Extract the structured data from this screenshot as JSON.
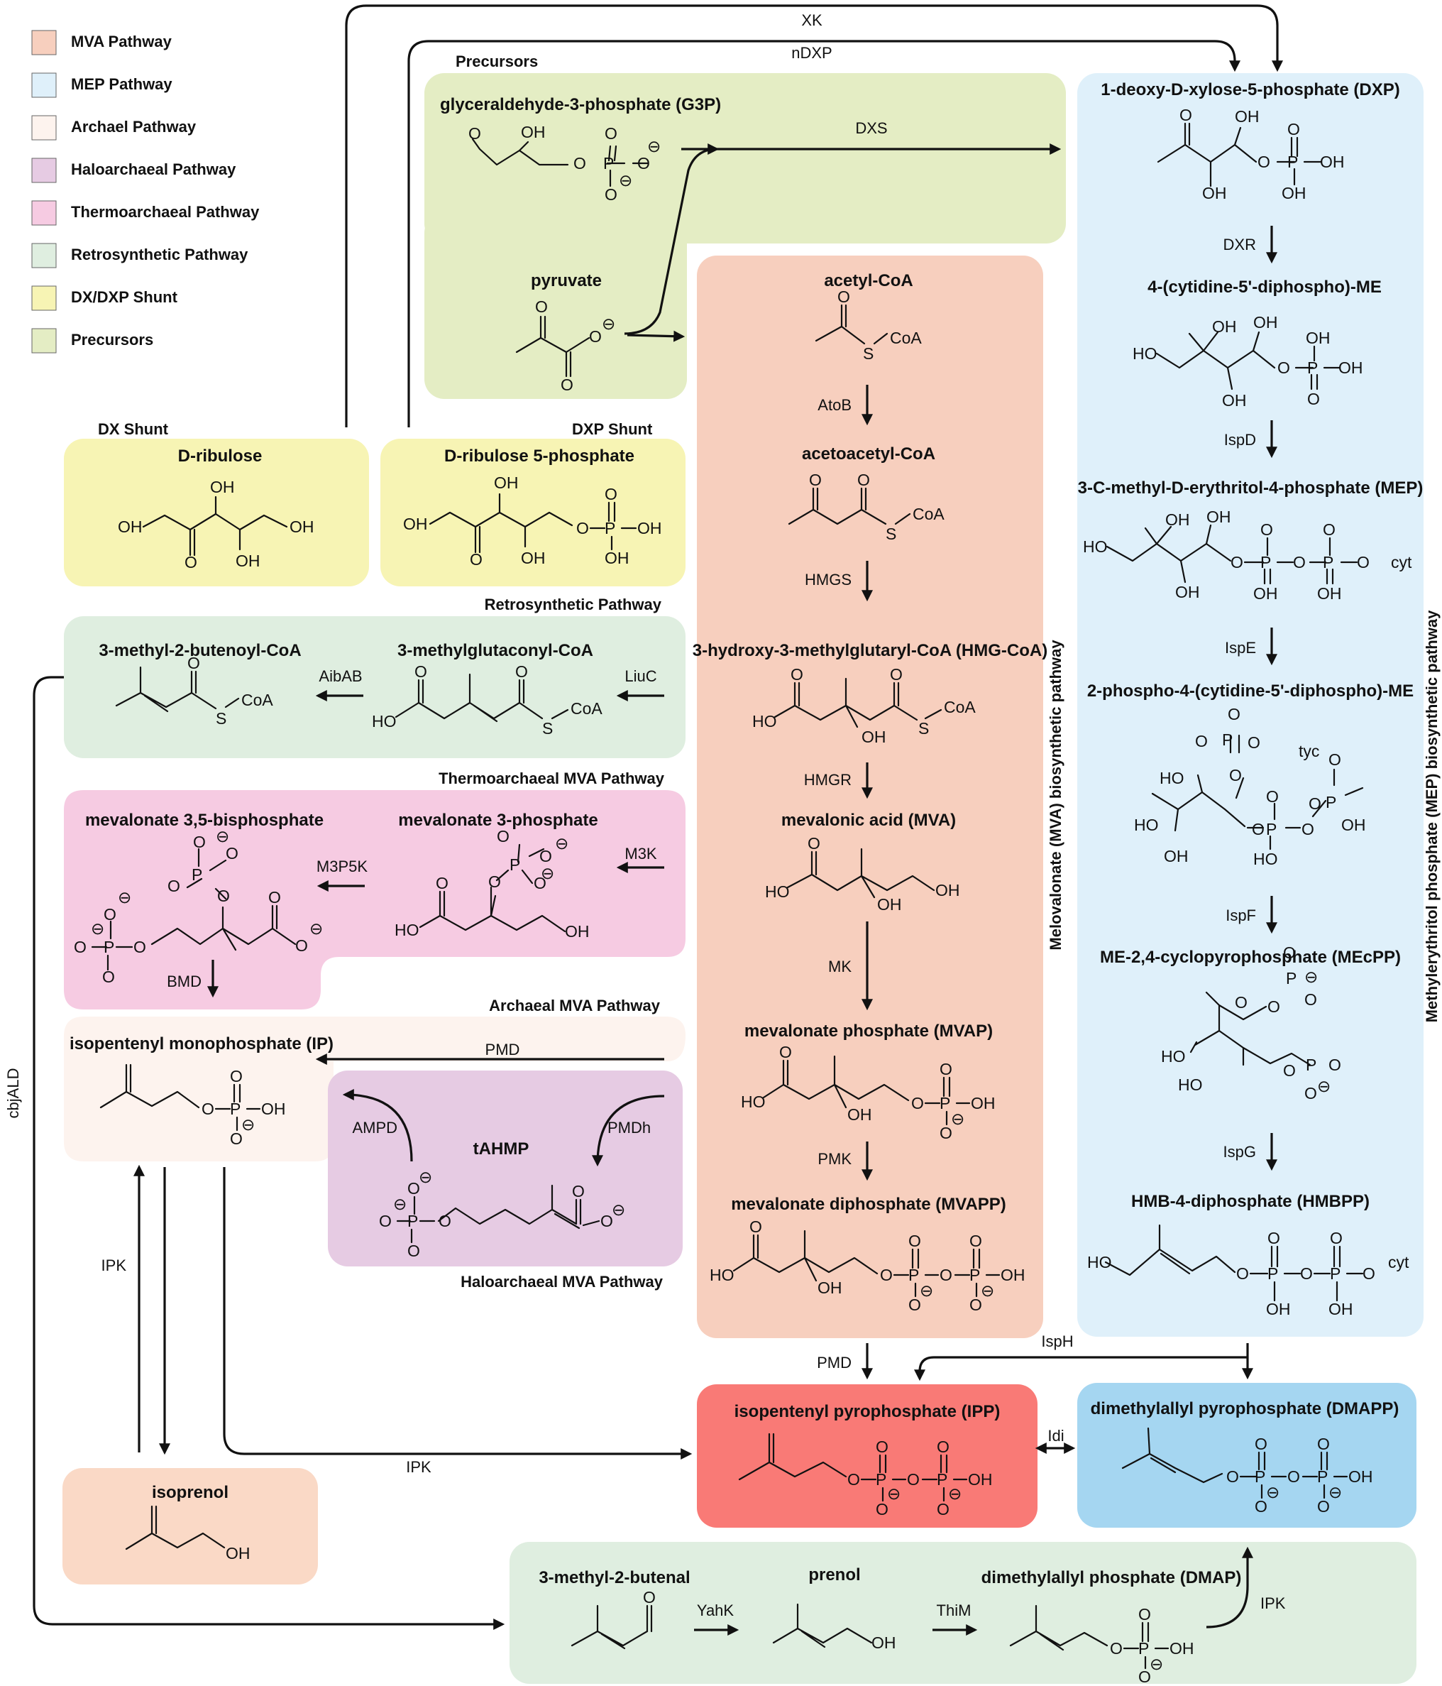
{
  "colors": {
    "mva": "#f7cfbe",
    "mep": "#dff0fa",
    "archaeal": "#fdf3ee",
    "haloarchaeal": "#e6cbe3",
    "thermoarchaeal": "#f6cbe2",
    "retrosynthetic": "#dfeee0",
    "dx_shunt": "#f7f4b4",
    "precursors": "#e4edc4",
    "ipp": "#f97a76",
    "dmapp": "#a5d6f1",
    "isoprenol": "#fad9c6"
  },
  "legend": [
    {
      "label": "MVA Pathway",
      "color_key": "mva"
    },
    {
      "label": "MEP Pathway",
      "color_key": "mep"
    },
    {
      "label": "Archael Pathway",
      "color_key": "archaeal"
    },
    {
      "label": "Haloarchaeal Pathway",
      "color_key": "haloarchaeal"
    },
    {
      "label": "Thermoarchaeal Pathway",
      "color_key": "thermoarchaeal"
    },
    {
      "label": "Retrosynthetic Pathway",
      "color_key": "retrosynthetic"
    },
    {
      "label": "DX/DXP Shunt",
      "color_key": "dx_shunt"
    },
    {
      "label": "Precursors",
      "color_key": "precursors"
    }
  ],
  "region_labels": {
    "precursors": "Precursors",
    "dx_shunt": "DX Shunt",
    "dxp_shunt": "DXP Shunt",
    "retrosynthetic": "Retrosynthetic Pathway",
    "thermoarchaeal": "Thermoarchaeal MVA Pathway",
    "archaeal": "Archaeal MVA Pathway",
    "haloarchaeal": "Haloarchaeal MVA Pathway",
    "mva_vertical": "Melovalonate (MVA) biosynthetic pathway",
    "mep_vertical": "Methylerythritol phosphate (MEP) biosynthetic pathway"
  },
  "compounds": {
    "g3p": "glyceraldehyde-3-phosphate (G3P)",
    "pyruvate": "pyruvate",
    "dxp": "1-deoxy-D-xylose-5-phosphate (DXP)",
    "cdp_me": "4-(cytidine-5'-diphospho)-ME",
    "mep": "3-C-methyl-D-erythritol-4-phosphate (MEP)",
    "cdp_mep": "2-phospho-4-(cytidine-5'-diphospho)-ME",
    "mecpp": "ME-2,4-cyclopyrophosphate (MEcPP)",
    "hmbpp": "HMB-4-diphosphate (HMBPP)",
    "dmapp": "dimethylallyl pyrophosphate (DMAPP)",
    "ipp": "isopentenyl pyrophosphate (IPP)",
    "acetyl_coa": "acetyl-CoA",
    "acetoacetyl_coa": "acetoacetyl-CoA",
    "hmg_coa": "3-hydroxy-3-methylglutaryl-CoA (HMG-CoA)",
    "mva": "mevalonic acid (MVA)",
    "mvap": "mevalonate phosphate (MVAP)",
    "mvapp": "mevalonate diphosphate (MVAPP)",
    "d_ribulose": "D-ribulose",
    "d_ribulose_5p": "D-ribulose 5-phosphate",
    "methylbutenoyl_coa": "3-methyl-2-butenoyl-CoA",
    "methylglutaconyl_coa": "3-methylglutaconyl-CoA",
    "mva_35bp": "mevalonate 3,5-bisphosphate",
    "mva_3p": "mevalonate 3-phosphate",
    "ip": "isopentenyl monophosphate (IP)",
    "tahmp": "tAHMP",
    "isoprenol": "isoprenol",
    "methylbutenal": "3-methyl-2-butenal",
    "prenol": "prenol",
    "dmap": "dimethylallyl phosphate (DMAP)"
  },
  "enzymes": {
    "xk": "XK",
    "ndxp": "nDXP",
    "dxs": "DXS",
    "dxr": "DXR",
    "ispd": "IspD",
    "ispe": "IspE",
    "ispf": "IspF",
    "ispg": "IspG",
    "isph": "IspH",
    "idi": "Idi",
    "atob": "AtoB",
    "hmgs": "HMGS",
    "hmgr": "HMGR",
    "mk": "MK",
    "pmk": "PMK",
    "pmd": "PMD",
    "pmd2": "PMD",
    "pmdh": "PMDh",
    "ampd": "AMPD",
    "aibab": "AibAB",
    "liuc": "LiuC",
    "m3p5k": "M3P5K",
    "m3k": "M3K",
    "bmd": "BMD",
    "ipk": "IPK",
    "ipk2": "IPK",
    "ipk3": "IPK",
    "cbjald": "cbjALD",
    "yahk": "YahK",
    "thim": "ThiM"
  },
  "atoms": {
    "o": "O",
    "oh": "OH",
    "ho": "HO",
    "p": "P",
    "s": "S",
    "coa": "CoA",
    "cyt": "cyt",
    "tyc": "tyc",
    "minus": "⊖"
  }
}
